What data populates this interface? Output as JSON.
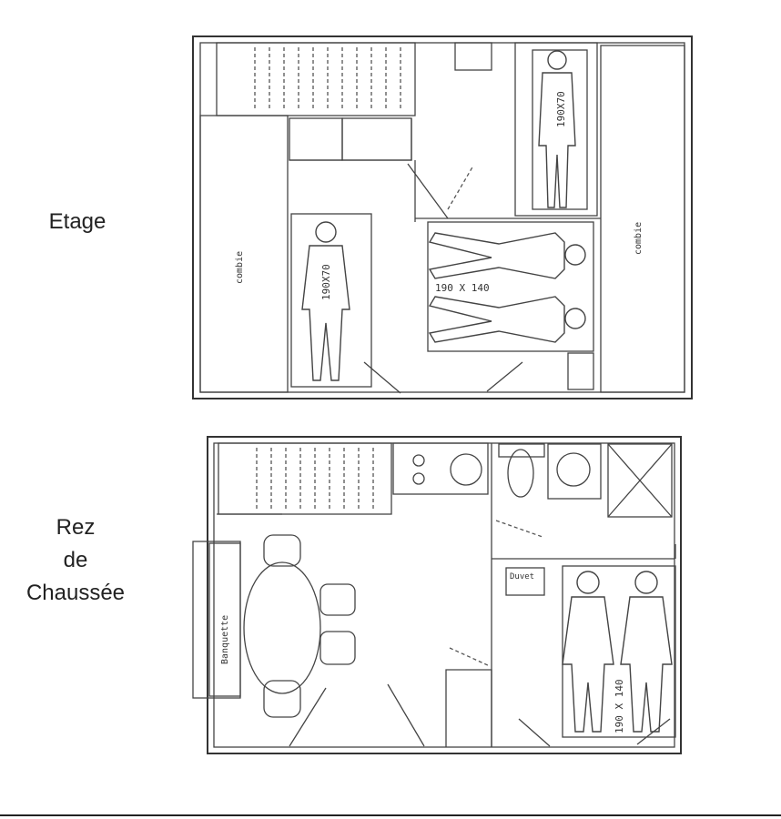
{
  "floor_labels": {
    "upper": "Etage",
    "ground_line1": "Rez",
    "ground_line2": "de",
    "ground_line3": "Chaussée"
  },
  "upper_floor": {
    "attic_left": "combie",
    "attic_right": "combie",
    "bed_single_left": "190X70",
    "bed_single_top": "190X70",
    "bed_double": "190 X 140"
  },
  "ground_floor": {
    "bench": "Banquette",
    "cabinet": "Duvet",
    "bed_double": "190 X 140"
  }
}
